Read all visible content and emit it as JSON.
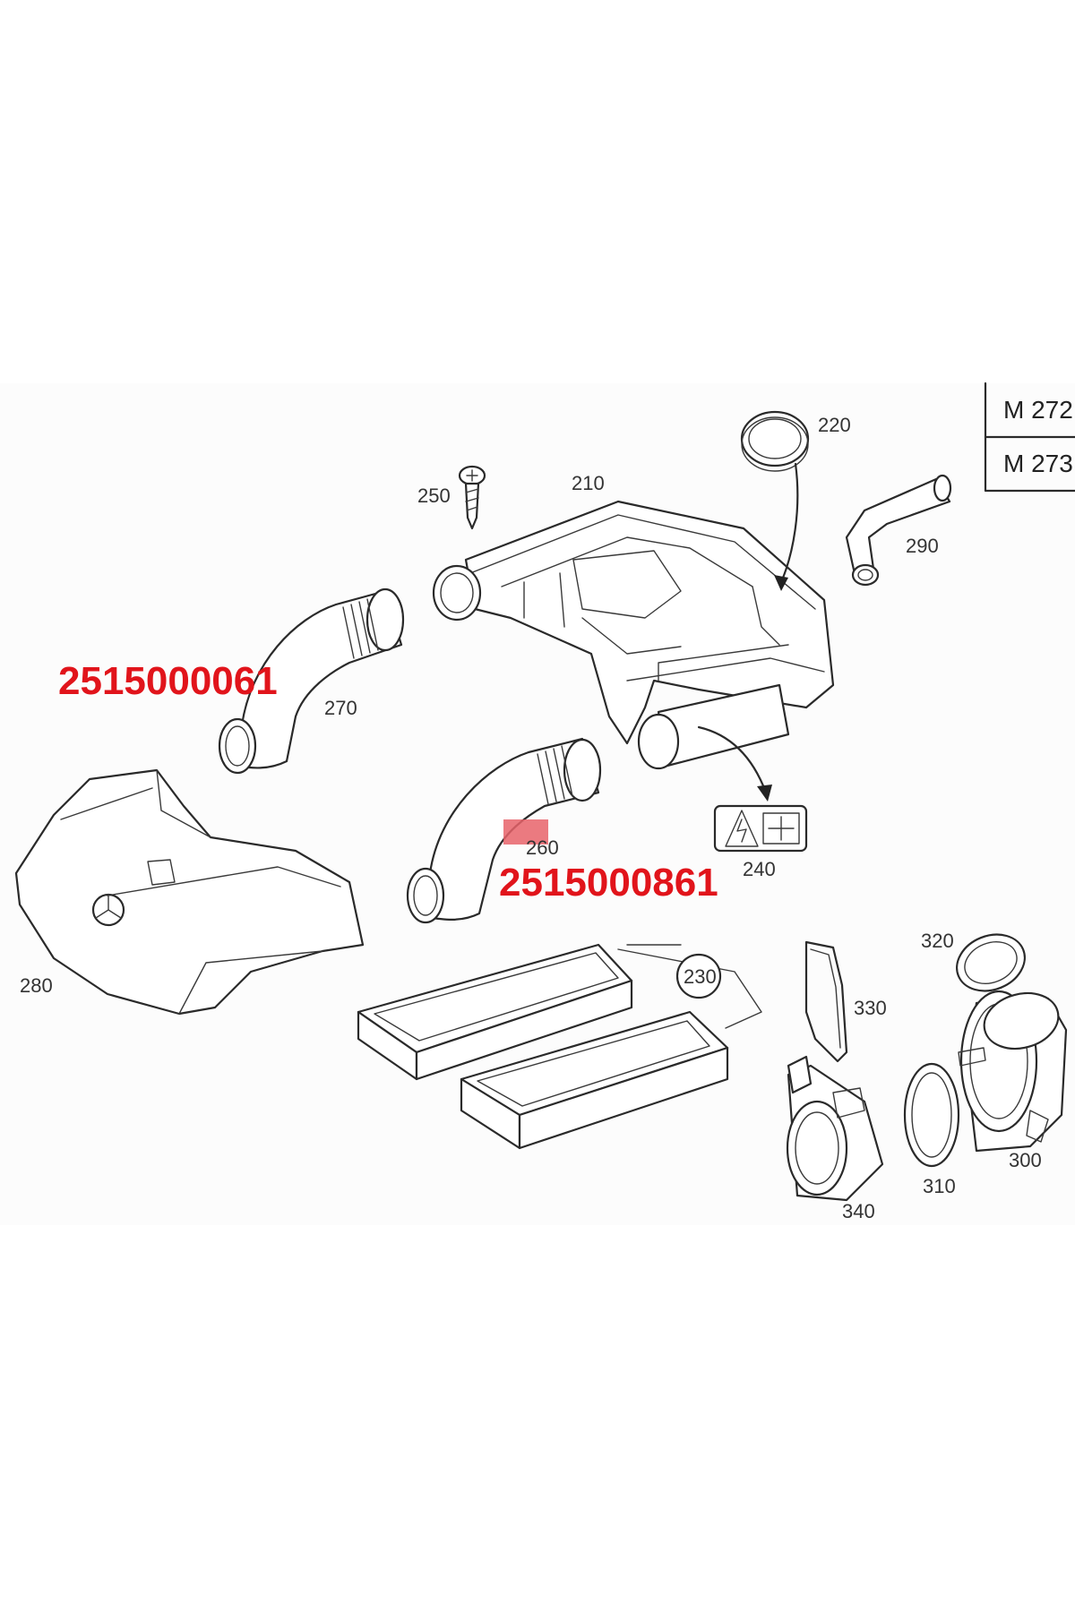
{
  "variants_table": {
    "rows": [
      "M 272",
      "M 273"
    ]
  },
  "callouts": {
    "c210": "210",
    "c220": "220",
    "c230": "230",
    "c240": "240",
    "c250": "250",
    "c260": "260",
    "c270": "270",
    "c280": "280",
    "c290": "290",
    "c300": "300",
    "c310": "310",
    "c320": "320",
    "c330": "330",
    "c340": "340"
  },
  "part_numbers": {
    "upper": "2515000061",
    "lower": "2515000861"
  },
  "colors": {
    "part_number_text": "#e1141b",
    "highlight_marker": "#e8636a",
    "line_art": "#2a2a2a"
  }
}
